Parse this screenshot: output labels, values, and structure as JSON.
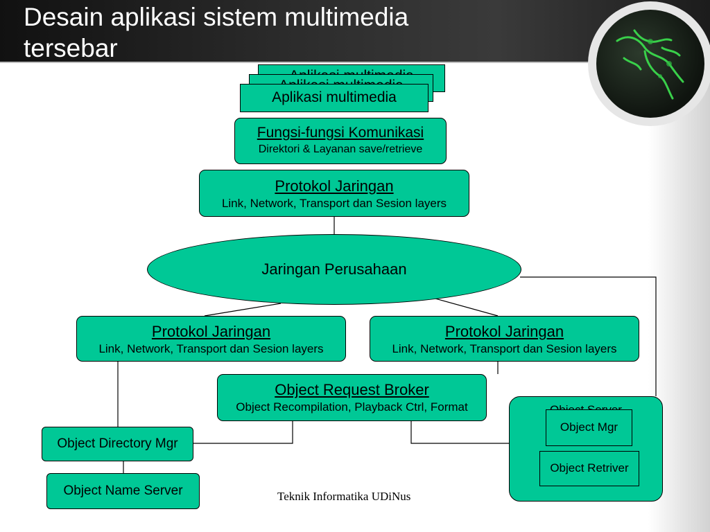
{
  "slide": {
    "title_line1": "Desain aplikasi sistem multimedia",
    "title_line2": "tersebar",
    "footer": "Teknik Informatika UDiNus"
  },
  "diagram": {
    "app_stack": {
      "back_label": "Aplikasi multimedia",
      "middle_label": "Aplikasi multimedia",
      "front_label": "Aplikasi multimedia"
    },
    "comm_functions": {
      "title": "Fungsi-fungsi Komunikasi",
      "subtitle": "Direktori & Layanan save/retrieve"
    },
    "network_protocol_top": {
      "title": "Protokol Jaringan",
      "subtitle": "Link, Network, Transport dan Sesion layers"
    },
    "corporate_network": "Jaringan Perusahaan",
    "network_protocol_left": {
      "title": "Protokol Jaringan",
      "subtitle": "Link, Network, Transport dan Sesion layers"
    },
    "network_protocol_right": {
      "title": "Protokol Jaringan",
      "subtitle": "Link, Network, Transport dan Sesion layers"
    },
    "orb": {
      "title": "Object Request Broker",
      "subtitle": "Object Recompilation, Playback Ctrl, Format"
    },
    "object_server": {
      "label": "Object Server",
      "object_mgr": "Object Mgr",
      "object_retriver": "Object Retriver"
    },
    "object_directory_mgr": "Object Directory Mgr",
    "object_name_server": "Object Name Server"
  },
  "colors": {
    "box_fill": "#00c896",
    "header_bg": "#1c1c1c",
    "title_text": "#ffffff"
  },
  "icons": [
    "globe-icon"
  ]
}
